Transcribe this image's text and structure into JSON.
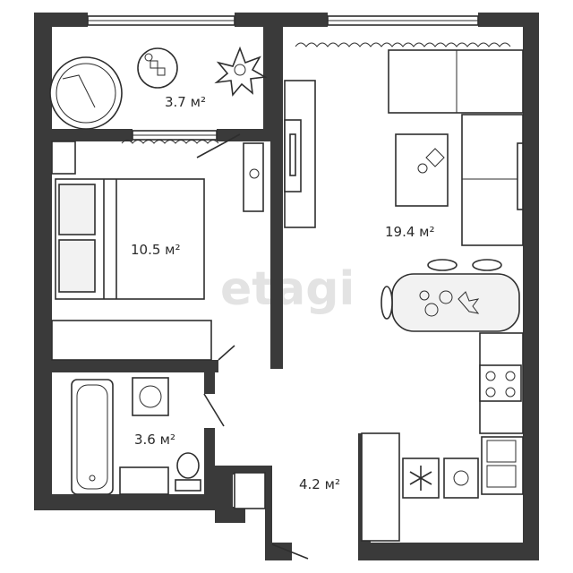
{
  "watermark": "etagi",
  "rooms": [
    {
      "id": "balcony",
      "area": "3.7 м²"
    },
    {
      "id": "bedroom",
      "area": "10.5 м²"
    },
    {
      "id": "living-kitchen",
      "area": "19.4 м²"
    },
    {
      "id": "bathroom",
      "area": "3.6 м²"
    },
    {
      "id": "hallway",
      "area": "4.2 м²"
    }
  ],
  "colors": {
    "wall": "#3a3a3a",
    "line": "#2e2e2e",
    "watermark": "#e3e3e3"
  },
  "icons": [
    "snowflake-icon",
    "plant-icon",
    "stove-icon",
    "sink-icon",
    "toilet-icon",
    "bathtub-icon",
    "washing-machine-icon",
    "window-icon",
    "door-icon"
  ]
}
